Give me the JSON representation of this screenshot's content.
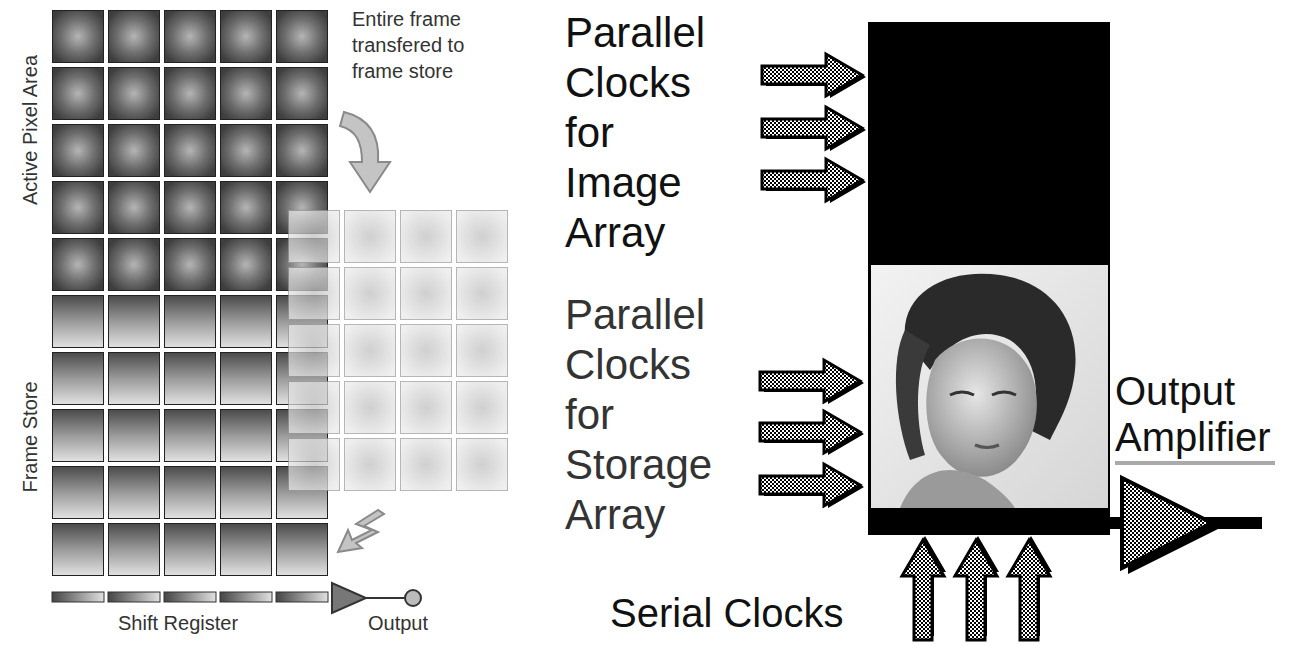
{
  "diagram": {
    "labels": [
      "Entire frame transfered to frame store",
      "Active Pixel Area",
      "Frame Store",
      "Shift Register",
      "Output",
      "Parallel Clocks for Image Array",
      "Parallel Clocks for Storage Array",
      "Output Amplifier",
      "Serial Clocks"
    ]
  }
}
